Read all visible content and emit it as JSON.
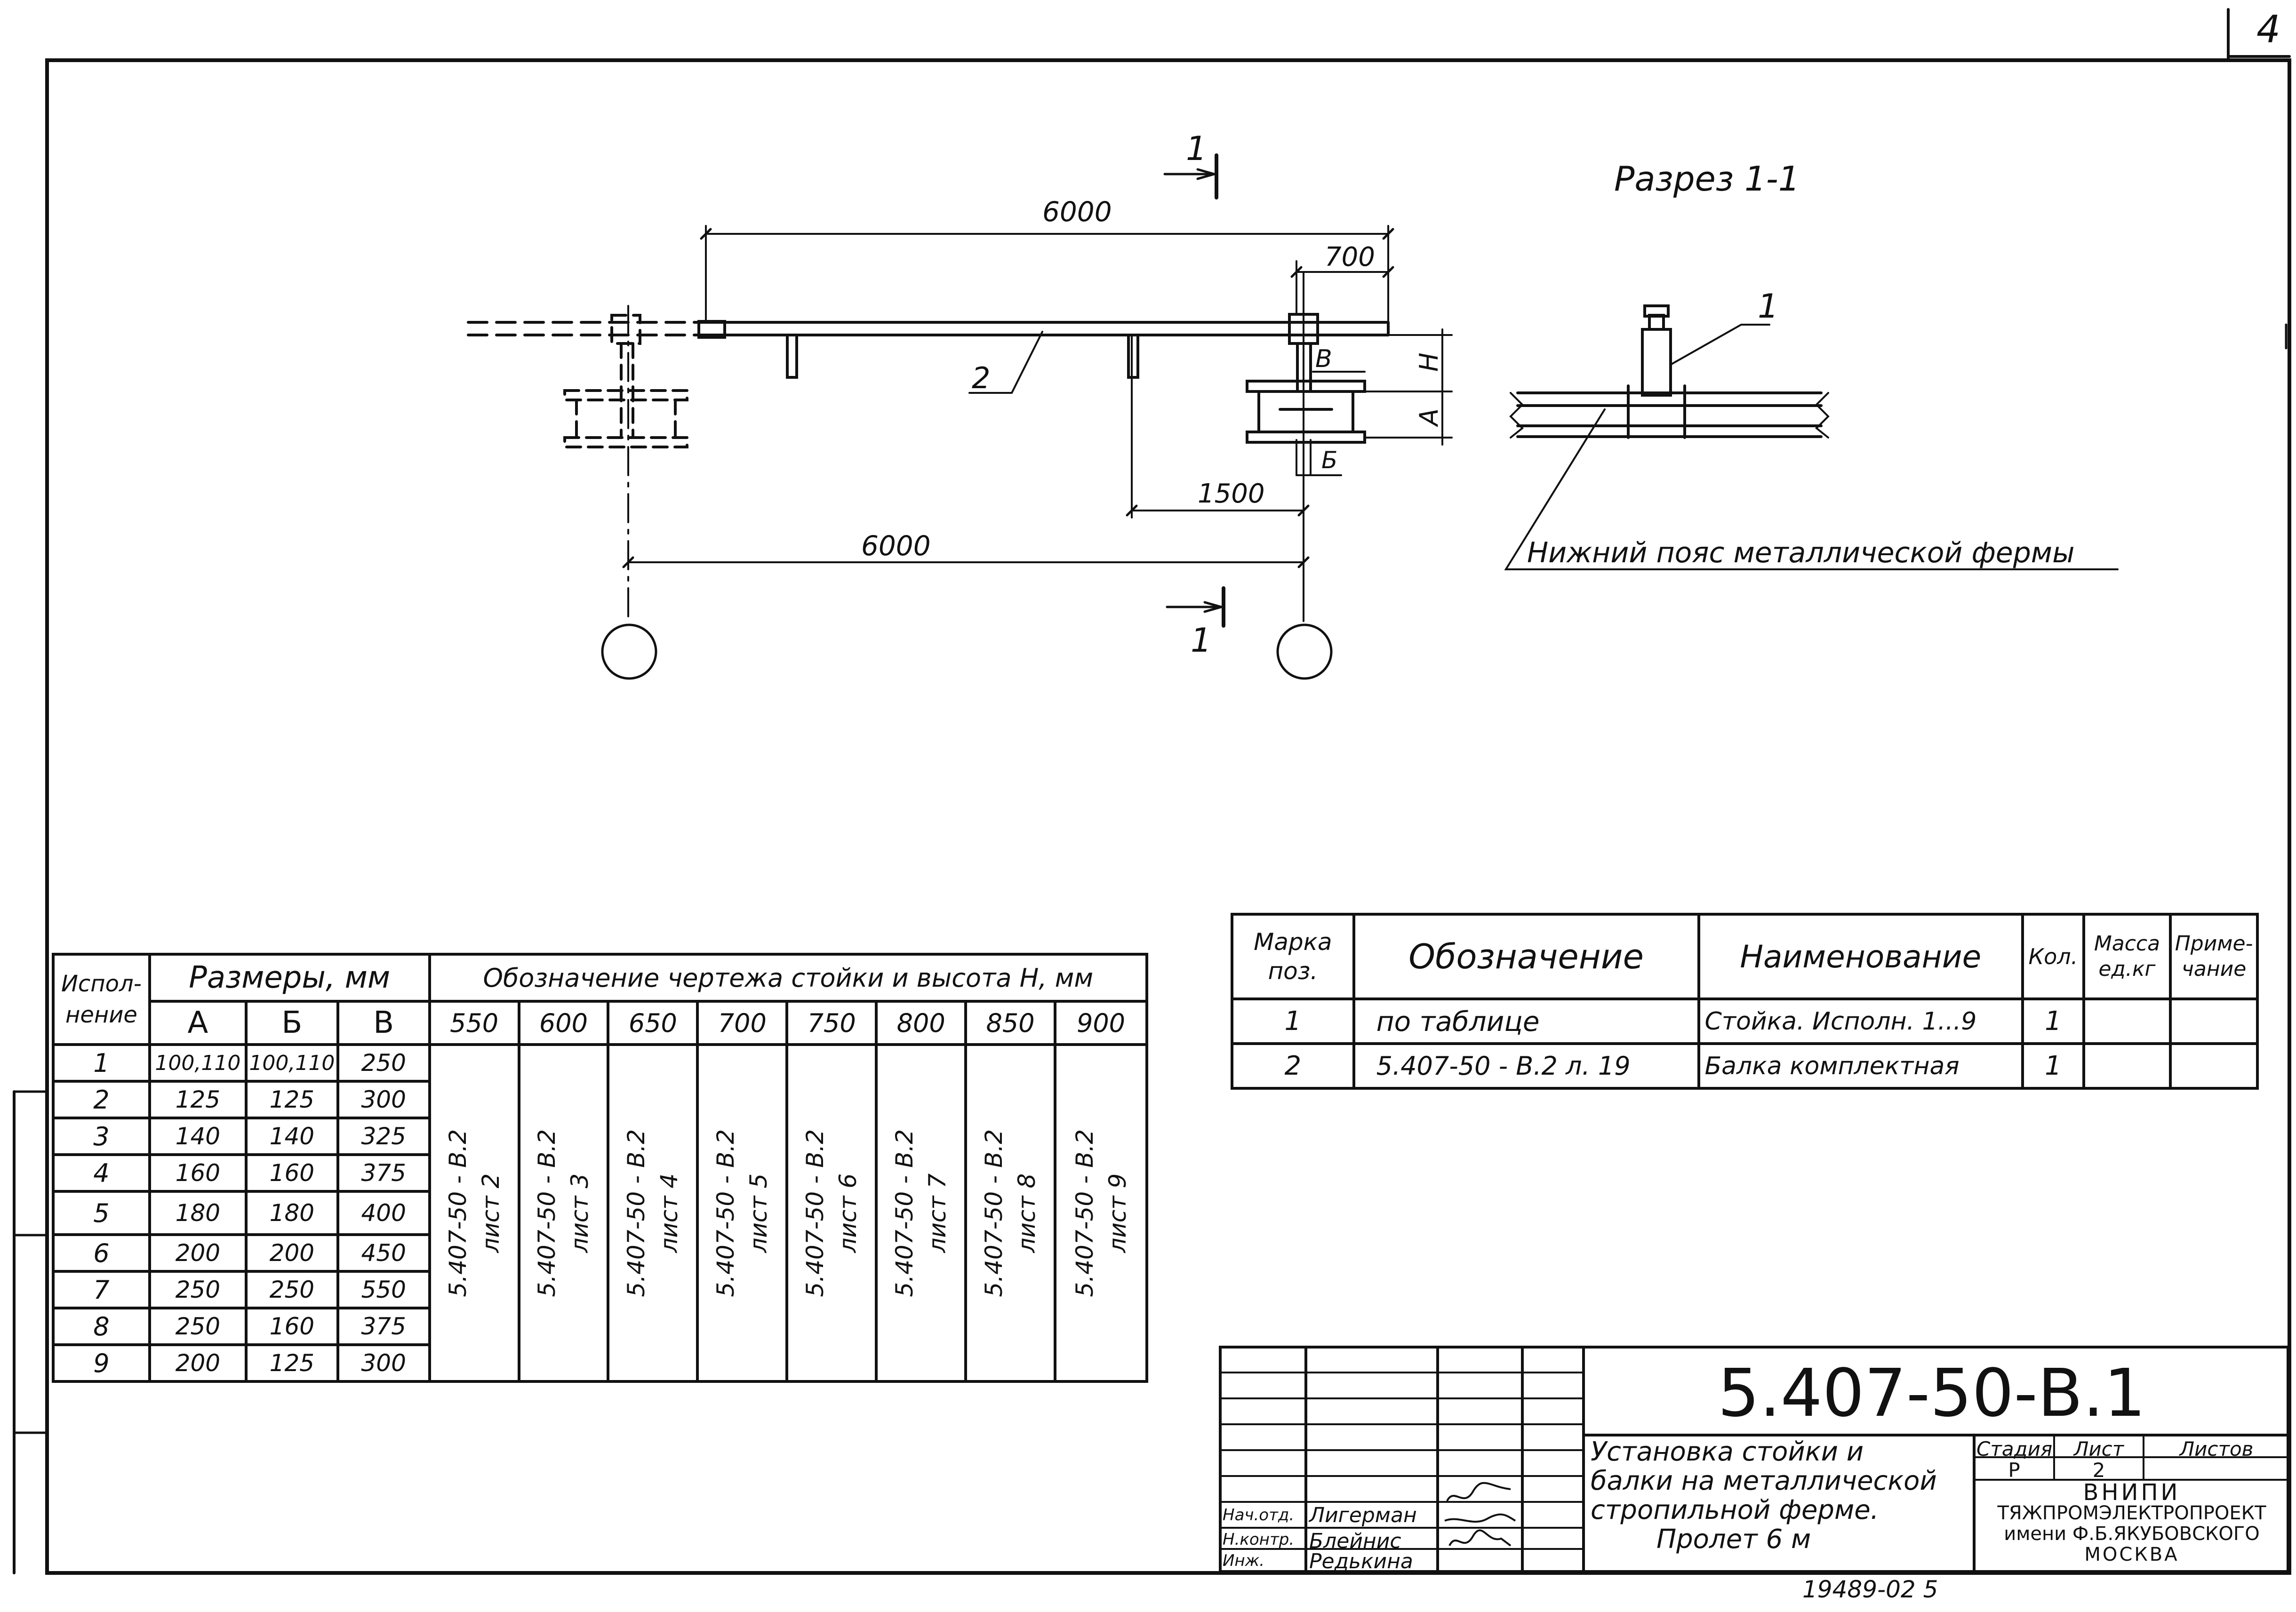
{
  "sheet_corner_number": "4",
  "plan": {
    "dim_top": "6000",
    "dim_700": "700",
    "dim_1500": "1500",
    "dim_bottom": "6000",
    "label_v": "В",
    "label_h": "Н",
    "label_a": "А",
    "label_b": "Б",
    "pos_2": "2",
    "cut_label_top": "1",
    "cut_label_bottom": "1"
  },
  "section": {
    "title": "Разрез 1-1",
    "pos_1": "1",
    "chord_label": "Нижний пояс металлической фермы"
  },
  "variants_table": {
    "col_variant": "Испол-\nнение",
    "col_sizes": "Размеры, мм",
    "col_drawing": "Обозначение чертежа стойки и высота Н, мм",
    "size_headers": [
      "А",
      "Б",
      "В"
    ],
    "heights": [
      "550",
      "600",
      "650",
      "700",
      "750",
      "800",
      "850",
      "900"
    ],
    "rows": [
      [
        "1",
        "100,110",
        "100,110",
        "250"
      ],
      [
        "2",
        "125",
        "125",
        "300"
      ],
      [
        "3",
        "140",
        "140",
        "325"
      ],
      [
        "4",
        "160",
        "160",
        "375"
      ],
      [
        "5",
        "180",
        "180",
        "400"
      ],
      [
        "6",
        "200",
        "200",
        "450"
      ],
      [
        "7",
        "250",
        "250",
        "550"
      ],
      [
        "8",
        "250",
        "160",
        "375"
      ],
      [
        "9",
        "200",
        "125",
        "300"
      ]
    ],
    "drawings": [
      "5.407-50 - В.2\nлист 2",
      "5.407-50 - В.2\nлист 3",
      "5.407-50 - В.2\nлист 4",
      "5.407-50 - В.2\nлист 5",
      "5.407-50 - В.2\nлист 6",
      "5.407-50 - В.2\nлист 7",
      "5.407-50 - В.2\nлист 8",
      "5.407-50 - В.2\nлист 9"
    ]
  },
  "spec_table": {
    "headers": {
      "mark": "Марка\nпоз.",
      "designation": "Обозначение",
      "name": "Наименование",
      "qty": "Кол.",
      "mass": "Масса\nед.кг",
      "note": "Приме-\nчание"
    },
    "rows": [
      {
        "mark": "1",
        "designation": "по таблице",
        "name": "Стойка. Исполн. 1...9",
        "qty": "1",
        "mass": "",
        "note": ""
      },
      {
        "mark": "2",
        "designation": "5.407-50 - В.2 л. 19",
        "name": "Балка комплектная",
        "qty": "1",
        "mass": "",
        "note": ""
      }
    ]
  },
  "title_block": {
    "code": "5.407-50-В.1",
    "title": "Установка стойки и балки на металлической стропильной ферме. Пролет 6 м",
    "title_lines": [
      "Установка стойки и",
      "балки на металлической",
      "стропильной ферме.",
      "Пролет 6 м"
    ],
    "stage_label": "Стадия",
    "sheet_label": "Лист",
    "sheets_label": "Листов",
    "stage": "Р",
    "sheet": "2",
    "sheets": "",
    "org_lines": [
      "ВНИПИ",
      "ТЯЖПРОМЭЛЕКТРОПРОЕКТ",
      "имени Ф.Б.ЯКУБОВСКОГО",
      "МОСКВА"
    ],
    "signatures": [
      {
        "role": "Нач.отд.",
        "name": "Лигерман"
      },
      {
        "role": "Н.контр.",
        "name": "Блейнис"
      },
      {
        "role": "Инж.",
        "name": "Редькина"
      }
    ]
  },
  "bottom_number": "19489-02  5"
}
